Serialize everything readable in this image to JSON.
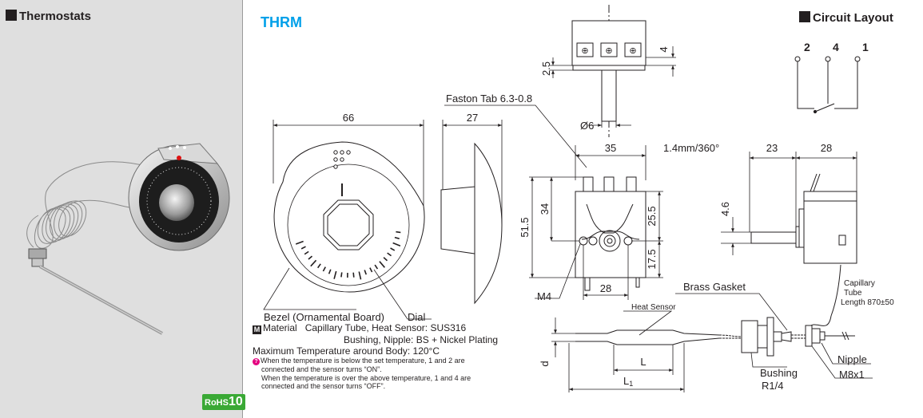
{
  "left_title": "Thermostats",
  "product_code": "THRM",
  "circuit_title": "Circuit Layout",
  "terminals": [
    "2",
    "4",
    "1"
  ],
  "front_view": {
    "width": "66",
    "depth": "27",
    "bezel_label": "Bezel (Ornamental Board)",
    "dial_label": "Dial"
  },
  "top_view": {
    "dim_a": "2.5",
    "dim_b": "4",
    "shaft_dia": "Ø6",
    "faston": "Faston Tab 6.3-0.8"
  },
  "rear_view": {
    "width": "35",
    "height_total": "51.5",
    "height_a": "34",
    "dim_c": "25.5",
    "dim_d": "17.5",
    "bottom_width": "28",
    "screw": "M4"
  },
  "side_view": {
    "rotation": "1.4mm/360°",
    "dim_e": "23",
    "dim_f": "28",
    "dim_g": "4.6"
  },
  "sensor_view": {
    "heat_sensor": "Heat Sensor",
    "brass_gasket": "Brass Gasket",
    "capillary_1": "Capillary",
    "capillary_2": "Tube",
    "capillary_3": "Length 870±50",
    "d": "d",
    "L": "L",
    "L1_main": "L",
    "L1_sub": "1",
    "bushing": "Bushing",
    "bushing_thread": "R1/4",
    "nipple": "Nipple",
    "nipple_thread": "M8x1"
  },
  "notes": {
    "material_badge": "M",
    "material_label": "Material",
    "material_line1": "Capillary Tube, Heat Sensor:  SUS316",
    "material_line2": "Bushing, Nipple: BS + Nickel Plating",
    "max_temp": "Maximum Temperature around Body: 120°C",
    "tip_badge": "?",
    "tip1": "When the temperature is below the set temperature, 1 and 2 are",
    "tip2": "connected and the sensor turns “ON”.",
    "tip3": "When the temperature is over the above temperature, 1 and 4 are",
    "tip4": "connected and the sensor turns “OFF”."
  },
  "rohs": {
    "label": "RoHS",
    "number": "10"
  },
  "colors": {
    "accent": "#00a0e9",
    "panel": "#dfdfdf",
    "rohs": "#3aa935",
    "tip": "#e4007f"
  }
}
